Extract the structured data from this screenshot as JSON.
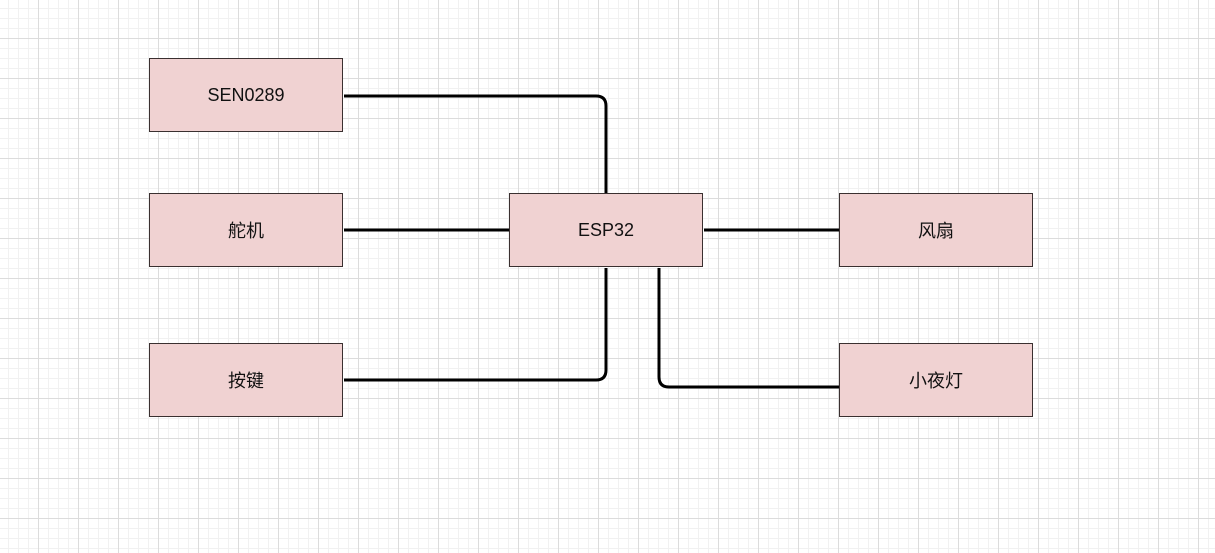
{
  "diagram": {
    "colors": {
      "node_fill": "#f0d2d2",
      "node_border": "#3a3030",
      "edge": "#000000"
    },
    "nodes": {
      "sensor": "SEN0289",
      "servo": "舵机",
      "button": "按键",
      "mcu": "ESP32",
      "fan": "风扇",
      "night_light": "小夜灯"
    },
    "edges": [
      {
        "from": "sensor",
        "to": "mcu"
      },
      {
        "from": "servo",
        "to": "mcu"
      },
      {
        "from": "button",
        "to": "mcu"
      },
      {
        "from": "mcu",
        "to": "fan"
      },
      {
        "from": "mcu",
        "to": "night_light"
      }
    ]
  }
}
